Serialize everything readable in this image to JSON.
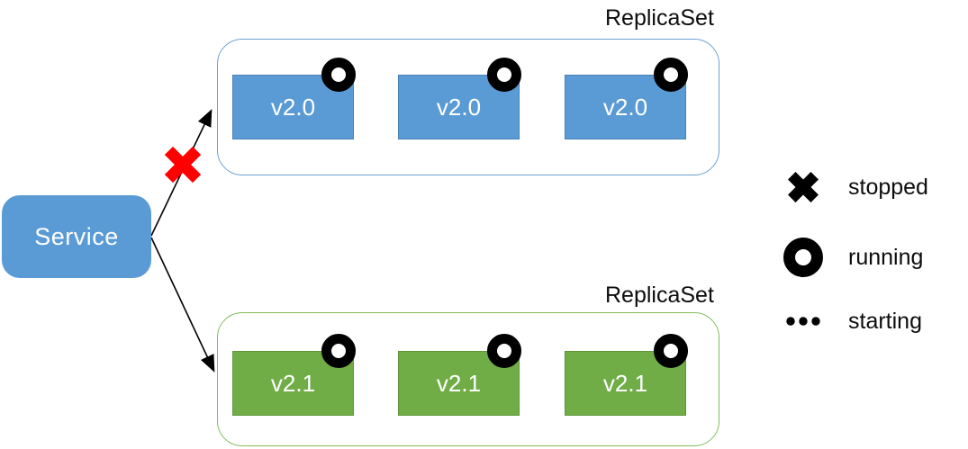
{
  "diagram": {
    "service": {
      "label": "Service"
    },
    "replicasets": [
      {
        "label": "ReplicaSet",
        "version": "v2.0",
        "pods": [
          {
            "label": "v2.0",
            "status": "running"
          },
          {
            "label": "v2.0",
            "status": "running"
          },
          {
            "label": "v2.0",
            "status": "running"
          }
        ]
      },
      {
        "label": "ReplicaSet",
        "version": "v2.1",
        "pods": [
          {
            "label": "v2.1",
            "status": "running"
          },
          {
            "label": "v2.1",
            "status": "running"
          },
          {
            "label": "v2.1",
            "status": "running"
          }
        ]
      }
    ],
    "connections": [
      {
        "from": "Service",
        "to": "ReplicaSet v2.0",
        "status": "stopped"
      },
      {
        "from": "Service",
        "to": "ReplicaSet v2.1",
        "status": "active"
      }
    ]
  },
  "legend": {
    "items": [
      {
        "icon": "x-mark-icon",
        "label": "stopped"
      },
      {
        "icon": "circle-icon",
        "label": "running"
      },
      {
        "icon": "ellipsis-icon",
        "label": "starting"
      }
    ]
  },
  "colors": {
    "pod_blue": "#5B9BD5",
    "pod_green": "#70AD47",
    "replicaset_blue_border": "#6FA0D4",
    "replicaset_green_border": "#84BC5E",
    "stopped_red": "#FF0000",
    "icon_black": "#000000",
    "pod_text": "#FFFFFF",
    "label_text": "#0D0D0D"
  }
}
